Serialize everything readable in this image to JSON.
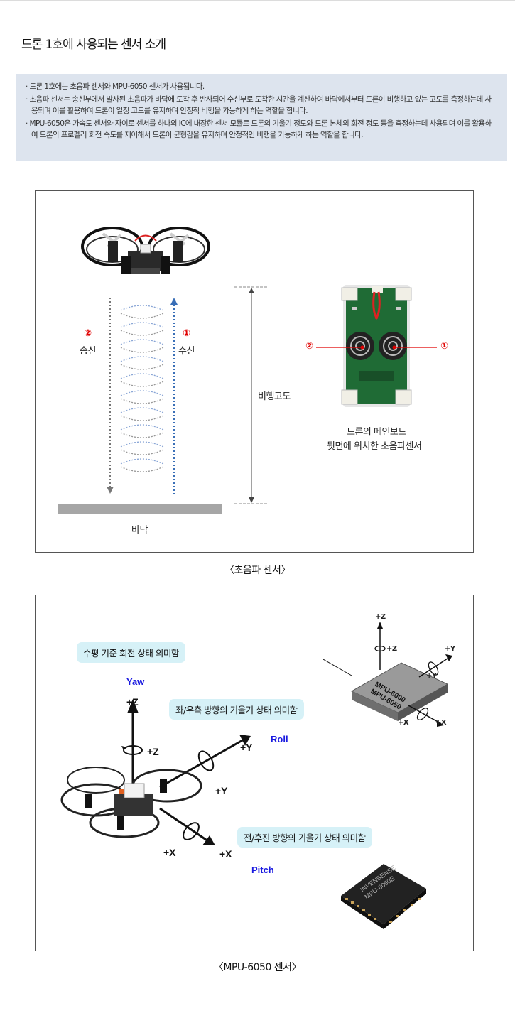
{
  "page": {
    "title": "드론 1호에 사용되는 센서 소개",
    "notes": [
      "드론 1호에는 초음파 센서와 MPU-6050 센서가 사용됩니다.",
      "초음파 센서는 송신부에서 발사된 초음파가 바닥에 도착 후 반사되어 수신부로 도착한 시간을 계산하여 바닥에서부터 드론이 비행하고 있는 고도를 측정하는데 사용되며 이를 활용하여 드론이 일정 고도를 유지하며 안정적 비행을 가능하게 하는 역할을 합니다.",
      "MPU-6050은 가속도 센서와 자이로 센서를 하나의 IC에 내장한 센서 모듈로 드론의 기울기 정도와 드론 본체의 회전 정도 등을 측정하는데 사용되며 이를 활용하여 드론의 프로펠러 회전 속도를 제어해서 드론이 균형감을 유지하며 안정적인 비행을 가능하게 하는 역할을 합니다."
    ]
  },
  "ultrasonic": {
    "tx_num": "②",
    "tx_label": "송신",
    "rx_num": "①",
    "rx_label": "수신",
    "altitude_label": "비행고도",
    "floor_label": "바닥",
    "board_num_left": "②",
    "board_num_right": "①",
    "board_caption_1": "드론의 메인보드",
    "board_caption_2": "뒷면에 위치한 초음파센서",
    "caption": "〈초음파 센서〉"
  },
  "mpu": {
    "yaw_desc": "수평 기준 회전 상태 의미함",
    "yaw": "Yaw",
    "roll_desc": "좌/우측 방향의 기울기 상태 의미함",
    "roll": "Roll",
    "pitch_desc": "전/후진 방향의 기울기 상태 의미함",
    "pitch": "Pitch",
    "axis_z": "+Z",
    "axis_y": "+Y",
    "axis_x": "+X",
    "chip_text_1": "MPU-6000",
    "chip_text_2": "MPU-6050",
    "chip2_text_1": "INVENSENSE",
    "chip2_text_2": "MPU-6050E",
    "caption": "〈MPU-6050 센서〉"
  },
  "colors": {
    "note_bg": "#dde4ee",
    "pill_bg": "#d6f1f7",
    "red": "#e00000",
    "blue": "#1a1ae0"
  }
}
